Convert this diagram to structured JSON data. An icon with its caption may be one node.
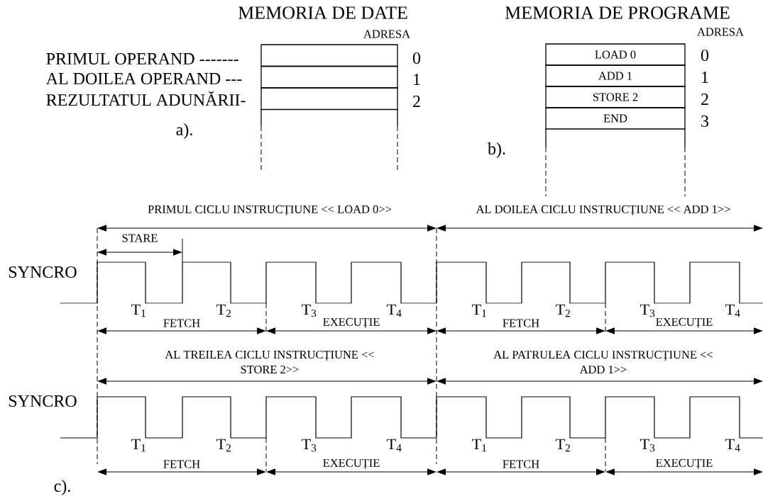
{
  "diagram": {
    "nodes": [
      {
        "text": [],
        "shape": "box"
      },
      {
        "text": [],
        "shape": "box"
      },
      {
        "text": [],
        "shape": "box"
      },
      {
        "text": [
          "LOAD 0"
        ]
      },
      {
        "text": [
          "ADD 1"
        ]
      },
      {
        "text": [
          "STORE 2"
        ]
      },
      {
        "text": [
          "END"
        ]
      }
    ],
    "labels": [
      "MEMORIA DE DATE",
      "ADRESA",
      "PRIMUL OPERAND -------",
      "0",
      "AL DOILEA OPERAND ---",
      "1",
      "REZULTATUL ADUNĂRII-",
      "2",
      "a).",
      "MEMORIA DE PROGRAME",
      "ADRESA",
      "0",
      "1",
      "2",
      "3",
      "b).",
      "PRIMUL CICLU INSTRUCȚIUNE << LOAD 0>>",
      "AL DOILEA CICLU INSTRUCȚIUNE << ADD 1>>",
      "STARE",
      "SYNCRO",
      "T$_{1}$",
      "T$_{2}$",
      "T$_{3}$",
      "T$_{4}$",
      "T$_{1}$",
      "T$_{2}$",
      "T$_{3}$",
      "T$_{4}$",
      "FETCH",
      "EXECUȚIE",
      "FETCH",
      "EXECUȚIE",
      "AL TREILEA CICLU INSTRUCȚIUNE << STORE 2>>",
      "AL PATRULEA CICLU INSTRUCȚIUNE << ADD 1>>",
      "SYNCRO",
      "T$_{1}$",
      "T$_{2}$",
      "T$_{3}$",
      "T$_{4}$",
      "T$_{1}$",
      "T$_{2}$",
      "T$_{3}$",
      "T$_{4}$",
      "FETCH",
      "EXECUȚIE",
      "FETCH",
      "EXECUȚIE",
      "c)."
    ]
  }
}
